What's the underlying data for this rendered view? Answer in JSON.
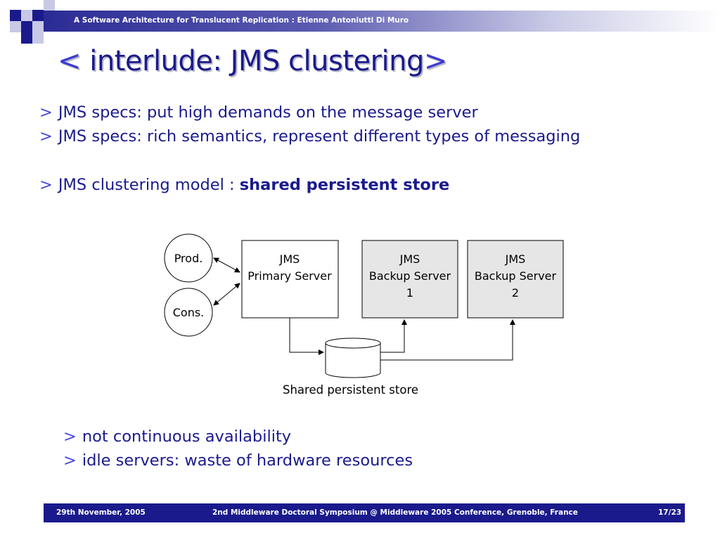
{
  "header": {
    "text": "A Software Architecture for Translucent Replication  :  Etienne Antoniutti Di Muro"
  },
  "title": {
    "open_bracket": "<",
    "text": "interlude: JMS clustering",
    "close_bracket": ">"
  },
  "bullets": {
    "marker": ">",
    "item1": "JMS specs: put high demands on the message server",
    "item2": "JMS specs: rich semantics, represent different types of messaging",
    "item3_prefix": "JMS clustering model : ",
    "item3_bold": "shared persistent store"
  },
  "diagram": {
    "producer": "Prod.",
    "consumer": "Cons.",
    "primary": {
      "line1": "JMS",
      "line2": "Primary Server"
    },
    "backup1": {
      "line1": "JMS",
      "line2": "Backup Server",
      "line3": "1"
    },
    "backup2": {
      "line1": "JMS",
      "line2": "Backup Server",
      "line3": "2"
    },
    "store_caption": "Shared persistent store",
    "colors": {
      "backup_fill": "#e6e6e6",
      "primary_fill": "#ffffff",
      "stroke": "#000000"
    }
  },
  "conclusions": {
    "item1": "not continuous availability",
    "item2": "idle servers: waste of hardware resources"
  },
  "footer": {
    "date": "29th November, 2005",
    "event": "2nd Middleware Doctoral Symposium @ Middleware 2005 Conference, Grenoble, France",
    "page": "17/23"
  }
}
